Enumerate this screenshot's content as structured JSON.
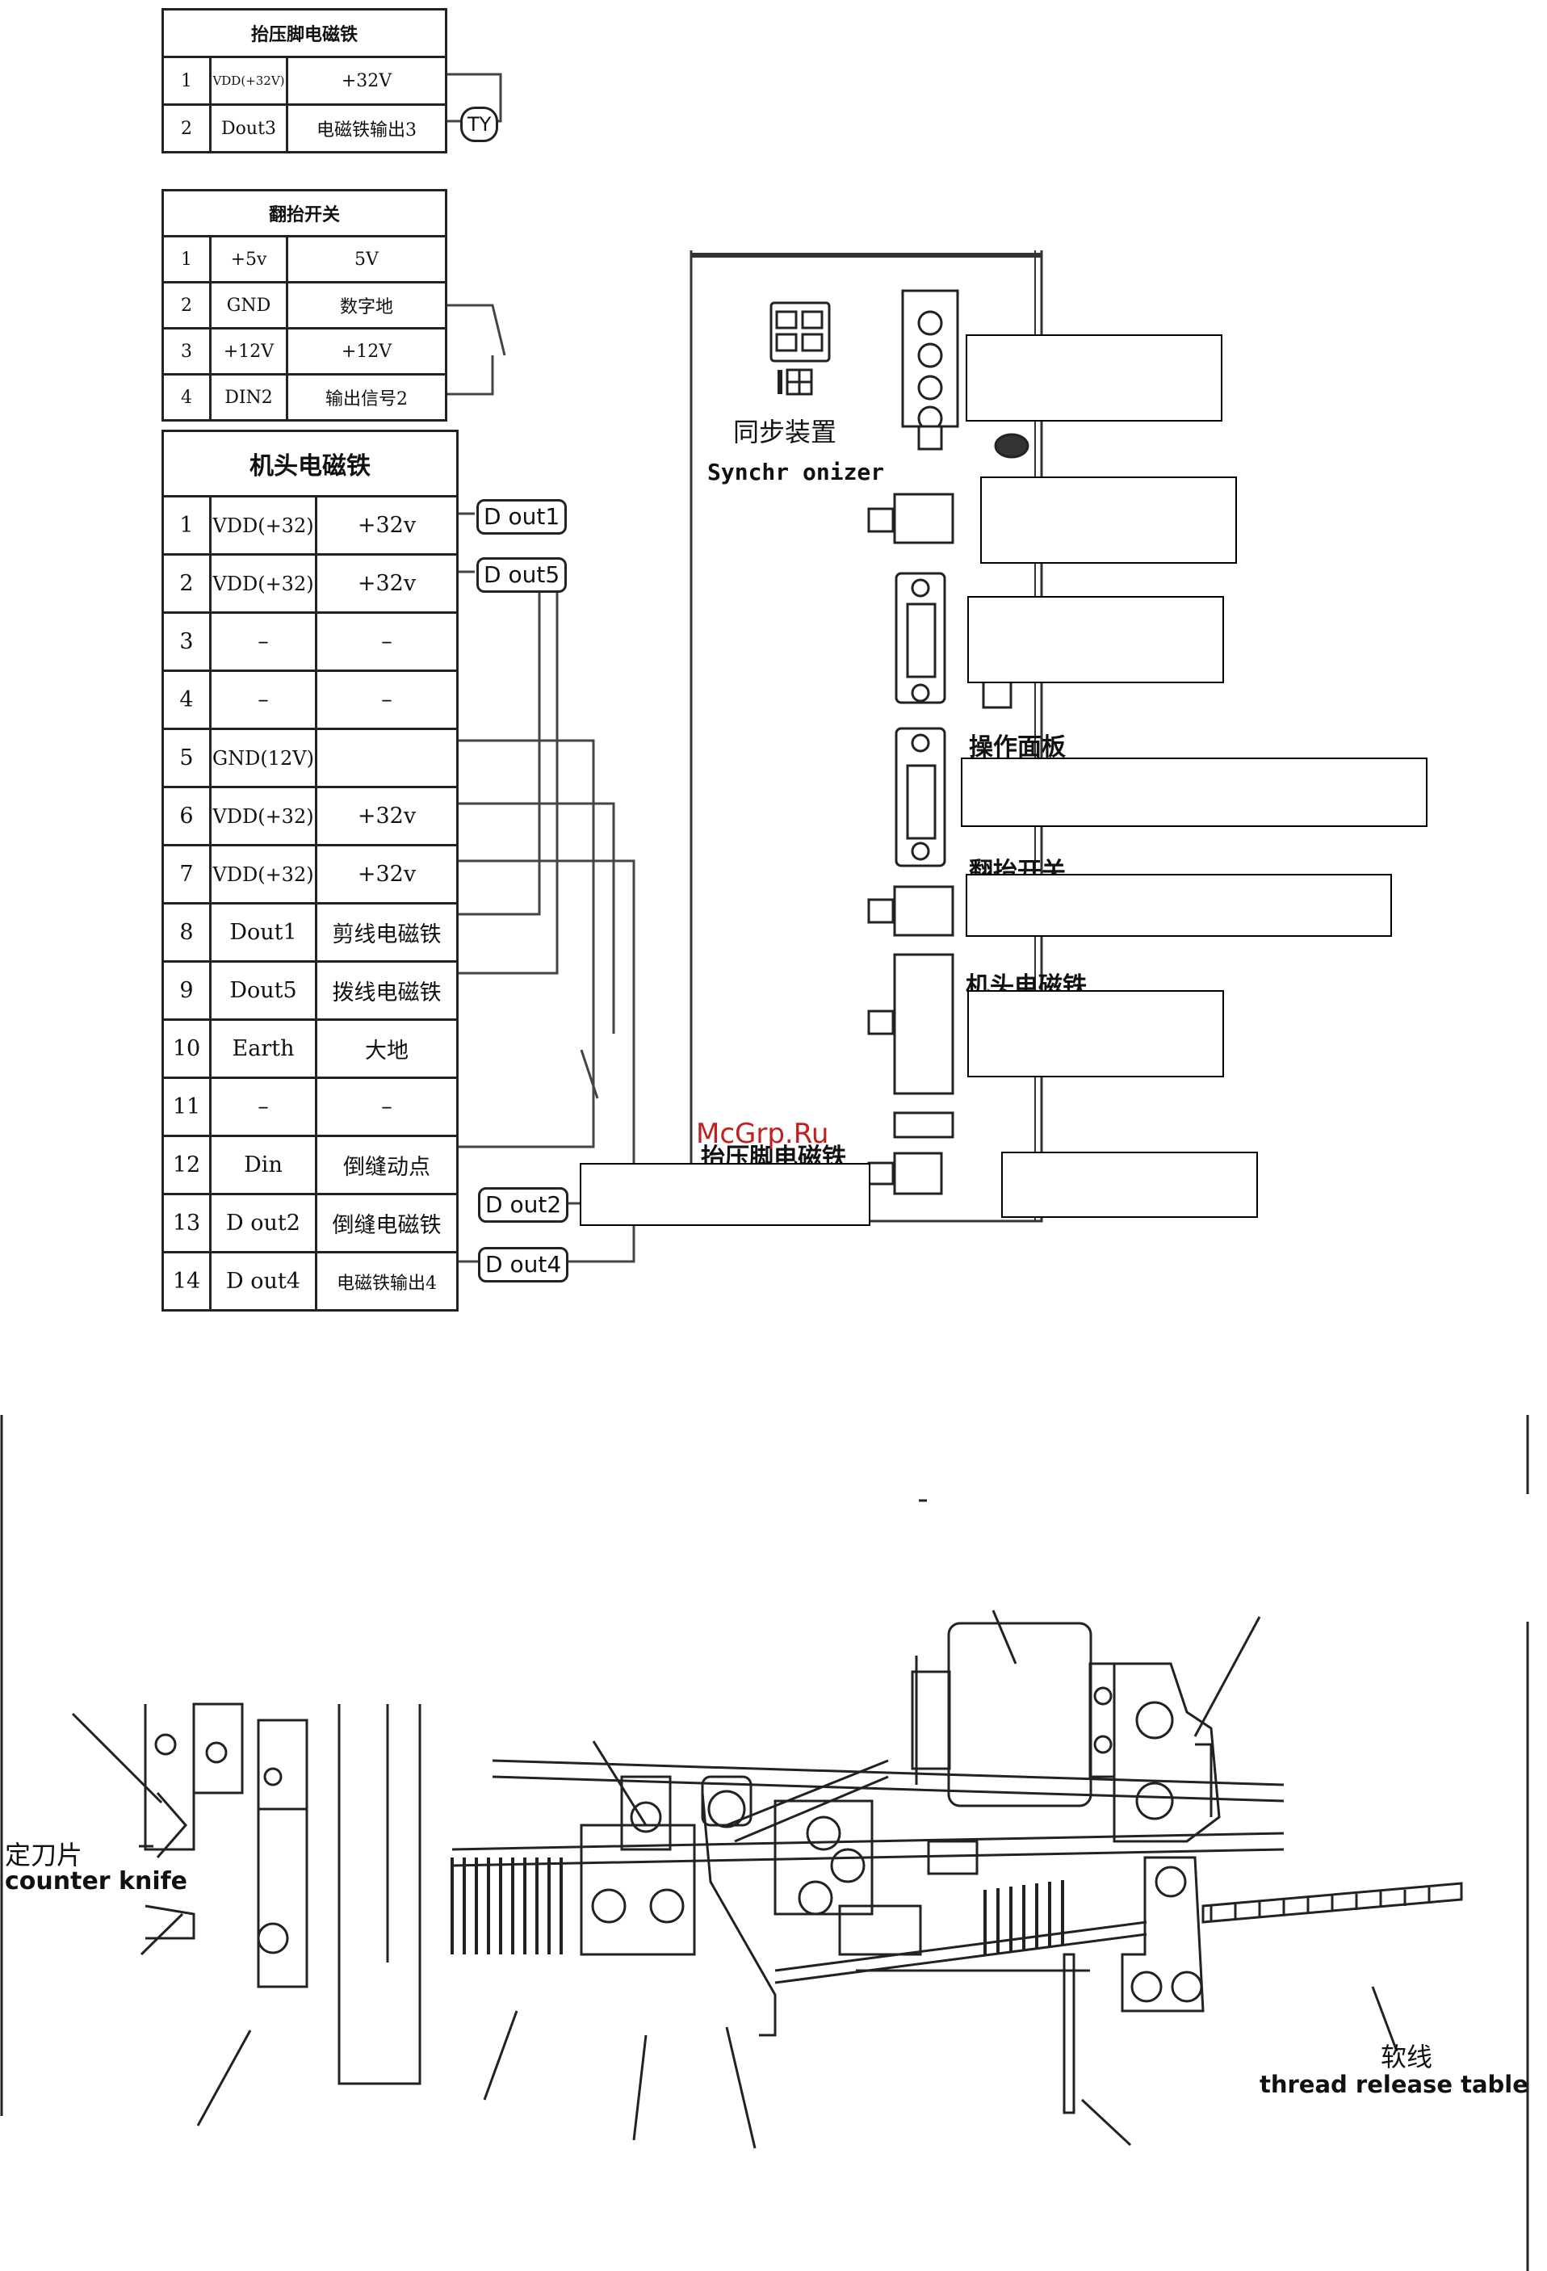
{
  "table_presser": {
    "title": "抬压脚电磁铁",
    "rows": [
      [
        "1",
        "VDD(+32V)",
        "+32V"
      ],
      [
        "2",
        "Dout3",
        "电磁铁输出3"
      ]
    ],
    "tag": "TY"
  },
  "table_lift_switch": {
    "title": "翻抬开关",
    "rows": [
      [
        "1",
        "+5v",
        "5V"
      ],
      [
        "2",
        "GND",
        "数字地"
      ],
      [
        "3",
        "+12V",
        "+12V"
      ],
      [
        "4",
        "DIN2",
        "输出信号2"
      ]
    ]
  },
  "table_head": {
    "title": "机头电磁铁",
    "rows": [
      [
        "1",
        "VDD(+32)",
        "+32v"
      ],
      [
        "2",
        "VDD(+32)",
        "+32v"
      ],
      [
        "3",
        "–",
        "–"
      ],
      [
        "4",
        "–",
        "–"
      ],
      [
        "5",
        "GND(12V)",
        ""
      ],
      [
        "6",
        "VDD(+32)",
        "+32v"
      ],
      [
        "7",
        "VDD(+32)",
        "+32v"
      ],
      [
        "8",
        "Dout1",
        "剪线电磁铁"
      ],
      [
        "9",
        "Dout5",
        "拨线电磁铁"
      ],
      [
        "10",
        "Earth",
        "大地"
      ],
      [
        "11",
        "–",
        "–"
      ],
      [
        "12",
        "Din",
        "倒缝动点"
      ],
      [
        "13",
        "D out2",
        "倒缝电磁铁"
      ],
      [
        "14",
        "D out4",
        "电磁铁输出4"
      ]
    ],
    "tags": [
      "D out1",
      "D out5",
      "D out2",
      "D out4"
    ]
  },
  "panel": {
    "sync_cn": "同步装置",
    "sync_en": "Synchr onizer",
    "op_panel": "操作面板",
    "lift_switch": "翻抬开关",
    "head_solenoid": "机头电磁铁",
    "presser_solenoid": "抬压脚电磁铁"
  },
  "watermark": "McGrp.Ru",
  "mechanism": {
    "counter_knife_cn": "定刀片",
    "counter_knife_en": "counter knife",
    "thread_cn": "软线",
    "thread_en": "thread release table"
  }
}
